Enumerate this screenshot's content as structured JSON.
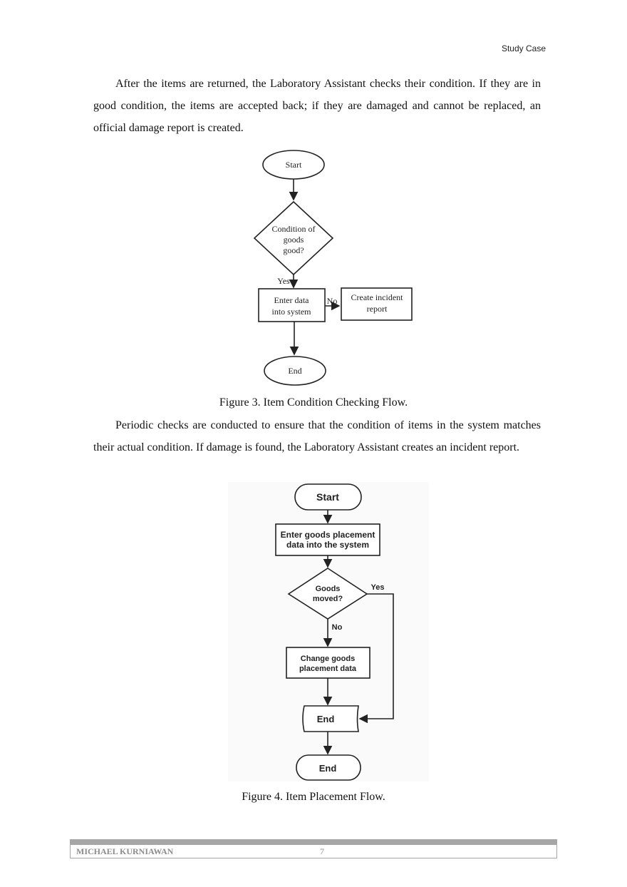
{
  "header": {
    "running_title": "Study Case"
  },
  "paragraphs": [
    "After the items are returned, the Laboratory Assistant checks their condition. If they are in good condition, the items are accepted back; if they are damaged and cannot be replaced, an official damage report is created.",
    "Periodic checks are conducted to ensure that the condition of items in the system matches their actual condition. If damage is found, the Laboratory Assistant creates an incident report."
  ],
  "figure3": {
    "caption": "Figure 3. Item Condition Checking Flow.",
    "start": "Start",
    "decision_line1": "Condition of",
    "decision_line2": "goods",
    "decision_line3": "good?",
    "yes_label": "Yes",
    "no_label": "No",
    "enter_line1": "Enter data",
    "enter_line2": "into system",
    "incident_line1": "Create incident",
    "incident_line2": "report",
    "end": "End"
  },
  "figure4": {
    "caption": "Figure 4. Item Placement Flow.",
    "start": "Start",
    "enter_line1": "Enter goods placement",
    "enter_line2": "data into the system",
    "decision_line1": "Goods",
    "decision_line2": "moved?",
    "yes_label": "Yes",
    "no_label": "No",
    "change_line1": "Change goods",
    "change_line2": "placement data",
    "end_box": "End",
    "end": "End"
  },
  "footer": {
    "author": "MICHAEL KURNIAWAN",
    "page_number": "7"
  }
}
